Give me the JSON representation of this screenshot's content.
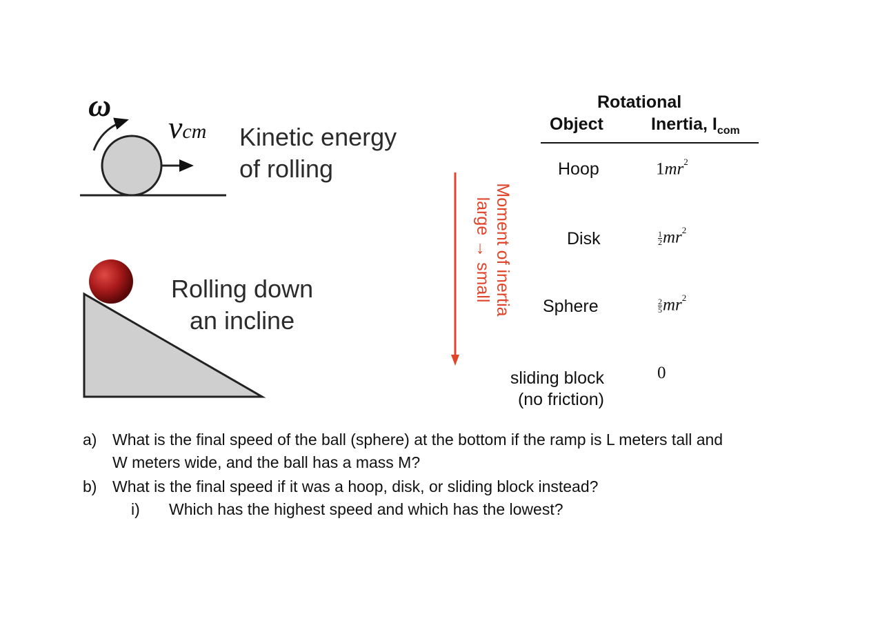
{
  "figure_top": {
    "omega_symbol": "ω",
    "v_symbol": "v",
    "v_subscript": "cm",
    "label_line1": "Kinetic energy",
    "label_line2": "of rolling"
  },
  "figure_bottom": {
    "label_line1": "Rolling down",
    "label_line2": "an incline"
  },
  "arrow_label": {
    "line1": "Moment of inertia",
    "line2": "large → small",
    "color": "#e0442b"
  },
  "table": {
    "header_object": "Object",
    "header_inertia_line1": "Rotational",
    "header_inertia_line2": "Inertia, I",
    "header_inertia_sub": "com",
    "rows": [
      {
        "object": "Hoop",
        "coef": "1",
        "expr": "mr",
        "power": "2"
      },
      {
        "object": "Disk",
        "num": "1",
        "den": "2",
        "expr": "mr",
        "power": "2"
      },
      {
        "object": "Sphere",
        "num": "2",
        "den": "5",
        "expr": "mr",
        "power": "2"
      },
      {
        "object_line1": "sliding block",
        "object_line2": "(no friction)",
        "value": "0"
      }
    ]
  },
  "questions": {
    "a_marker": "a)",
    "a_line1": "What is the final speed of the ball (sphere) at the bottom if the ramp is L meters tall and",
    "a_line2": "W meters wide, and the ball has a mass M?",
    "b_marker": "b)",
    "b_text": "What is the final speed if it was a hoop, disk, or sliding block instead?",
    "i_marker": "i)",
    "i_text": "Which has the highest speed and which has the lowest?"
  }
}
